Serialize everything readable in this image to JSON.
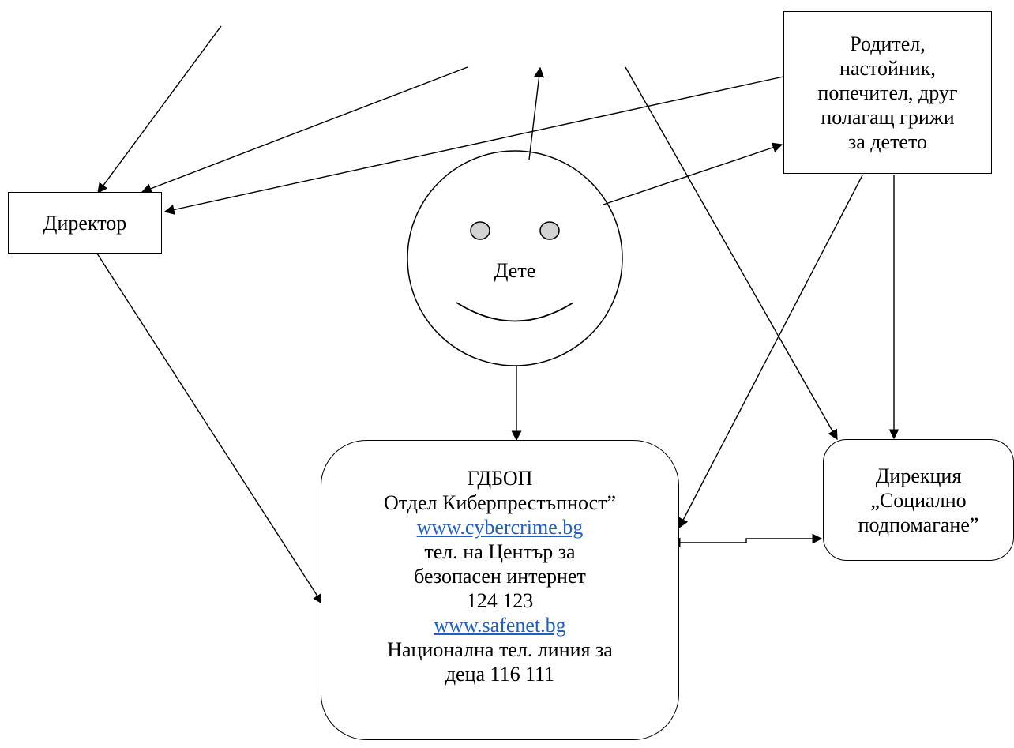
{
  "nodes": {
    "director": {
      "label": "Директор"
    },
    "child": {
      "label": "Дете"
    },
    "parent": {
      "lines": [
        "Родител,",
        "настойник,",
        "попечител, друг",
        "полагащ грижи",
        "за детето"
      ]
    },
    "social": {
      "lines": [
        "Дирекция",
        "„Социално",
        "подпомагане”"
      ]
    },
    "gdbop": {
      "lines": [
        {
          "text": "ГДБОП",
          "link": false
        },
        {
          "text": "Отдел Киберпрестъпност”",
          "link": false
        },
        {
          "text": "www.cybercrime.bg",
          "link": true
        },
        {
          "text": "тел. на Център за",
          "link": false
        },
        {
          "text": "безопасен интернет",
          "link": false
        },
        {
          "text": "124 123",
          "link": false
        },
        {
          "text": "www.safenet.bg",
          "link": true
        },
        {
          "text": "Национална тел. линия за",
          "link": false
        },
        {
          "text": "деца 116 111",
          "link": false
        }
      ]
    }
  },
  "colors": {
    "link": "#1f5fbf",
    "eyes": "#d3d3d3",
    "stroke": "#000000"
  }
}
